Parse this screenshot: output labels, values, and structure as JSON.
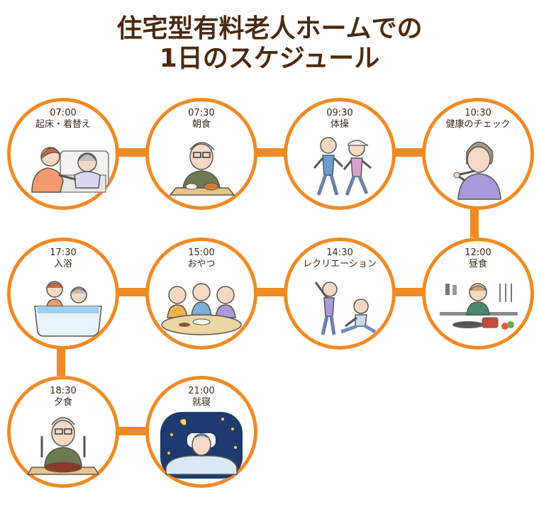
{
  "title": {
    "line1": "住宅型有料老人ホームでの",
    "line2": "1日のスケジュール"
  },
  "schedule": [
    {
      "time": "07:00",
      "label": "起床・着替え",
      "icon": "wake-up-dressing-illustration"
    },
    {
      "time": "07:30",
      "label": "朝食",
      "icon": "breakfast-illustration"
    },
    {
      "time": "09:30",
      "label": "体操",
      "icon": "walking-exercise-illustration"
    },
    {
      "time": "10:30",
      "label": "健康のチェック",
      "icon": "health-check-illustration"
    },
    {
      "time": "12:00",
      "label": "昼食",
      "icon": "lunch-cooking-illustration"
    },
    {
      "time": "14:30",
      "label": "レクリエーション",
      "icon": "stretching-recreation-illustration"
    },
    {
      "time": "15:00",
      "label": "おやつ",
      "icon": "snack-time-illustration"
    },
    {
      "time": "17:30",
      "label": "入浴",
      "icon": "bathing-illustration"
    },
    {
      "time": "18:30",
      "label": "夕食",
      "icon": "dinner-steak-illustration"
    },
    {
      "time": "21:00",
      "label": "就寝",
      "icon": "sleeping-night-illustration"
    }
  ],
  "colors": {
    "ring": "#f08a24",
    "title": "#4a2a12",
    "text": "#3c2a1a"
  }
}
